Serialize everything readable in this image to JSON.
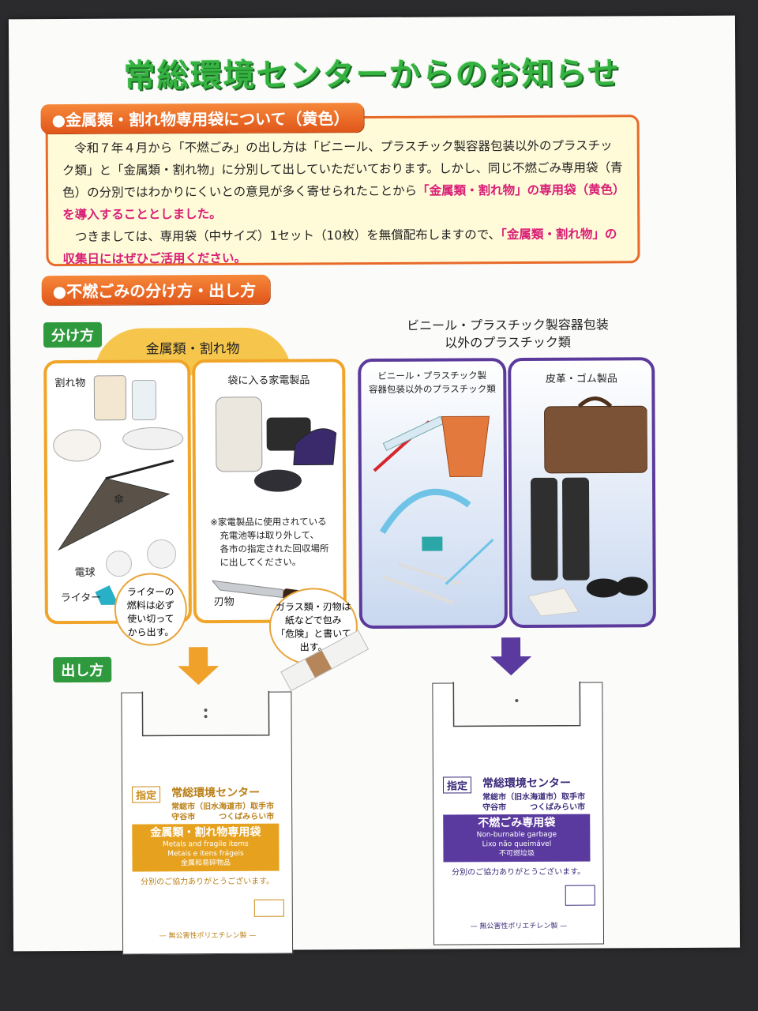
{
  "title": "常総環境センターからのお知らせ",
  "section1": {
    "heading": "●金属類・割れ物専用袋について（黄色）",
    "p1_a": "令和７年４月から「不燃ごみ」の出し方は「ビニール、プラスチック製容器包装以外のプラスチック類」と「金属類・割れ物」に分別して出していただいております。しかし、同じ不燃ごみ専用袋（青色）の分別ではわかりにくいとの意見が多く寄せられたことから",
    "p1_hl": "「金属類・割れ物」の専用袋（黄色）を導入することとしました。",
    "p2_a": "つきましては、専用袋（中サイズ）1セット（10枚）を無償配布しますので、",
    "p2_hl": "「金属類・割れ物」の収集日にはぜひご活用ください。"
  },
  "section2": {
    "heading": "●不燃ごみの分け方・出し方",
    "wakekata": "分け方",
    "dashikata": "出し方",
    "left_group": "金属類・割れ物",
    "right_group_line1": "ビニール・プラスチック製容器包装",
    "right_group_line2": "以外のプラスチック類",
    "box1": {
      "label_wareono": "割れ物",
      "label_kasa": "傘",
      "label_denkyu": "電球",
      "label_raita": "ライター",
      "bubble": [
        "ライターの",
        "燃料は必ず",
        "使い切って",
        "から出す。"
      ]
    },
    "box2": {
      "title": "袋に入る家電製品",
      "note": [
        "※家電製品に使用されている",
        "充電池等は取り外して、",
        "各市の指定された回収場所",
        "に出してください。"
      ],
      "label_hamono": "刃物",
      "bubble": [
        "ガラス類・刃物は",
        "紙などで包み",
        "「危険」と書いて",
        "出す。"
      ]
    },
    "box3": {
      "title_line1": "ビニール・プラスチック製",
      "title_line2": "容器包装以外のプラスチック類"
    },
    "box4": {
      "title": "皮革・ゴム製品"
    }
  },
  "bag_yellow": {
    "shitei": "指定",
    "center": "常総環境センター",
    "cities1": "常総市（旧水海道市）取手市",
    "cities2": "守谷市　　　つくばみらい市",
    "band_jp": "金属類・割れ物専用袋",
    "band_en": "Metals and fragile items",
    "band_pt": "Metais e itens frágeis",
    "band_cn": "金属和易碎物品",
    "thanks": "分別のご協力ありがとうございます。",
    "footer": "— 無公害性ポリエチレン製 —"
  },
  "bag_blue": {
    "shitei": "指定",
    "center": "常総環境センター",
    "cities1": "常総市（旧水海道市）取手市",
    "cities2": "守谷市　　　つくばみらい市",
    "band_jp": "不燃ごみ専用袋",
    "band_en": "Non-burnable garbage",
    "band_pt": "Lixo não queimável",
    "band_cn": "不可燃垃圾",
    "thanks": "分別のご協力ありがとうございます。",
    "footer": "— 無公害性ポリエチレン製 —"
  },
  "colors": {
    "title_green": "#35b341",
    "accent_orange": "#e86a2a",
    "highlight": "#d81f75",
    "yellow_band": "#e6a21f",
    "purple_band": "#5a3a9e"
  }
}
